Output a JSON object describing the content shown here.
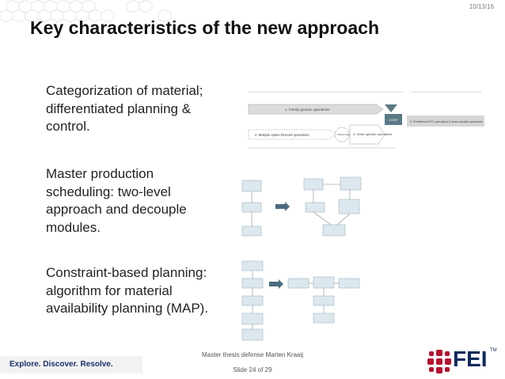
{
  "slide": {
    "date": "10/13/16",
    "title": "Key characteristics of the new approach",
    "bullets": [
      "Categorization of material; differentiated planning & control.",
      "Master production scheduling: two-level approach and decouple modules.",
      "Constraint-based planning: algorithm for material availability planning (MAP)."
    ],
    "footer_author": "Master thesis defense Marten Kraaij",
    "footer_slide": "Slide 24 of 29",
    "tagline": "Explore. Discover. Resolve.",
    "logo_text": "FEI",
    "logo_tm": "TM"
  },
  "diagram1": {
    "arrow1": "1. Family generic operations",
    "arrow2": "2. Multiple option forecast operations",
    "circle": "Where based",
    "arrow3": "3. Order-specific operations",
    "box": "CODP",
    "right_label": "4. Predefined MTO operations & order-specific operations"
  },
  "colors": {
    "title": "#111111",
    "text": "#222222",
    "tagline": "#1c2f6b",
    "logo": "#0f2a5c",
    "logo_red": "#b5122e",
    "codp": "#5b7a86"
  }
}
